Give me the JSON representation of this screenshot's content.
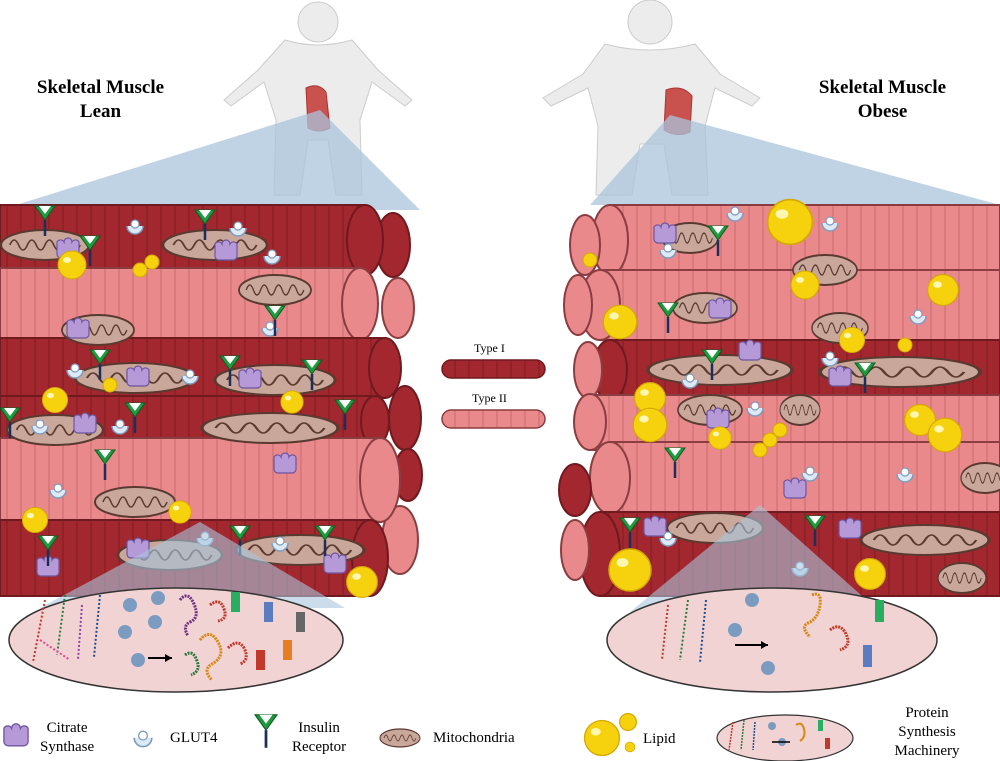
{
  "titles": {
    "lean_line1": "Skeletal Muscle",
    "lean_line2": "Lean",
    "obese_line1": "Skeletal Muscle",
    "obese_line2": "Obese"
  },
  "fiber_types": {
    "type1": "Type I",
    "type2": "Type II"
  },
  "legend": {
    "citrate_line1": "Citrate",
    "citrate_line2": "Synthase",
    "glut4": "GLUT4",
    "insulin_line1": "Insulin",
    "insulin_line2": "Receptor",
    "mito": "Mitochondria",
    "lipid": "Lipid",
    "psm_line1": "Protein",
    "psm_line2": "Synthesis",
    "psm_line3": "Machinery"
  },
  "colors": {
    "type1_fiber": "#a3272e",
    "type2_fiber": "#e9898b",
    "lipid": "#f5d10e",
    "mitochondria": "#c9a79a",
    "citrate_synthase": "#b69ad8",
    "insulin_receptor": "#1e9b3f",
    "glut4": "#dde9f4",
    "projection": "#a9c4dc",
    "synthesis_oval": "#f2d3d3"
  }
}
